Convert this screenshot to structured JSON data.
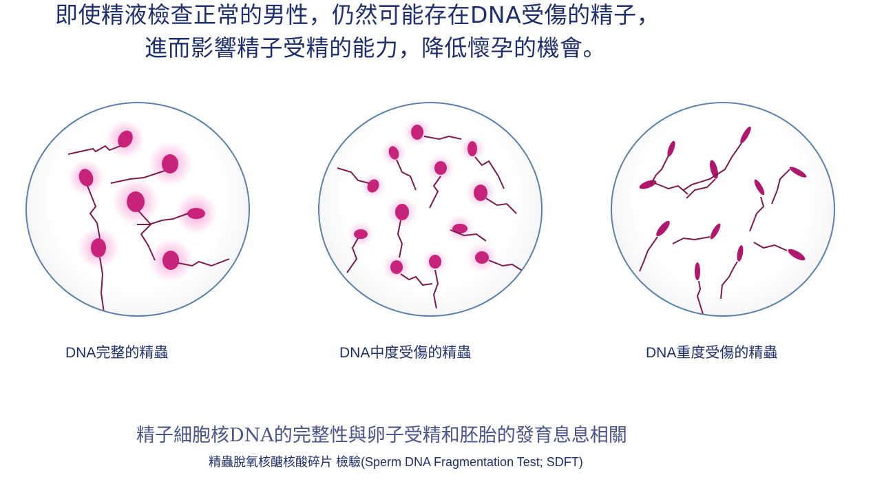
{
  "title": {
    "line1": "即使精液檢查正常的男性，仍然可能存在DNA受傷的精子，",
    "line2": "進而影響精子受精的能力，降低懷孕的機會。"
  },
  "panels": [
    {
      "caption": "DNA完整的精蟲",
      "state": "intact",
      "head_color": "#c8237a",
      "glow_color": "#f25ab4"
    },
    {
      "caption": "DNA中度受傷的精蟲",
      "state": "moderate",
      "head_color": "#c8237a",
      "glow_color": "#f25ab4"
    },
    {
      "caption": "DNA重度受傷的精蟲",
      "state": "severe",
      "head_color": "#b0186e",
      "glow_color": "#e0409a"
    }
  ],
  "footer": {
    "main": "精子細胞核DNA的完整性與卵子受精和胚胎的發育息息相關",
    "sub": "精蟲脫氧核醣核酸碎片 檢驗(Sperm DNA Fragmentation Test; SDFT)"
  },
  "colors": {
    "title_text": "#1f2f6b",
    "dish_border": "#5a7fa8",
    "tail": "#7a1a4a"
  }
}
